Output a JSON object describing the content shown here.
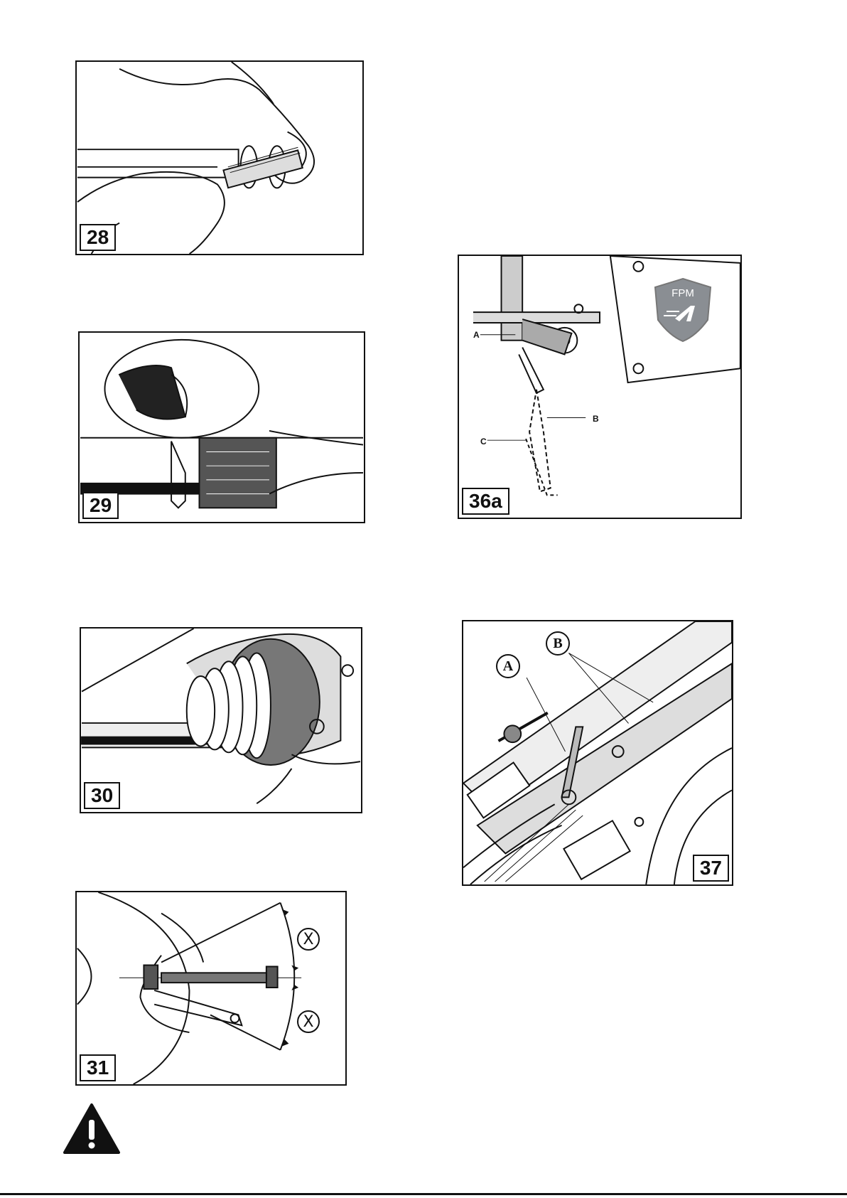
{
  "figures": [
    {
      "id": "fig-28",
      "number": "28"
    },
    {
      "id": "fig-29",
      "number": "29"
    },
    {
      "id": "fig-30",
      "number": "30"
    },
    {
      "id": "fig-31",
      "number": "31",
      "markers": [
        "X",
        "X"
      ]
    },
    {
      "id": "fig-36a",
      "number": "36a",
      "labels": [
        "A",
        "B",
        "C"
      ],
      "logo": "FPM"
    },
    {
      "id": "fig-37",
      "number": "37",
      "labels": [
        "A",
        "B"
      ]
    }
  ],
  "warning_icon": "warning-triangle-icon"
}
